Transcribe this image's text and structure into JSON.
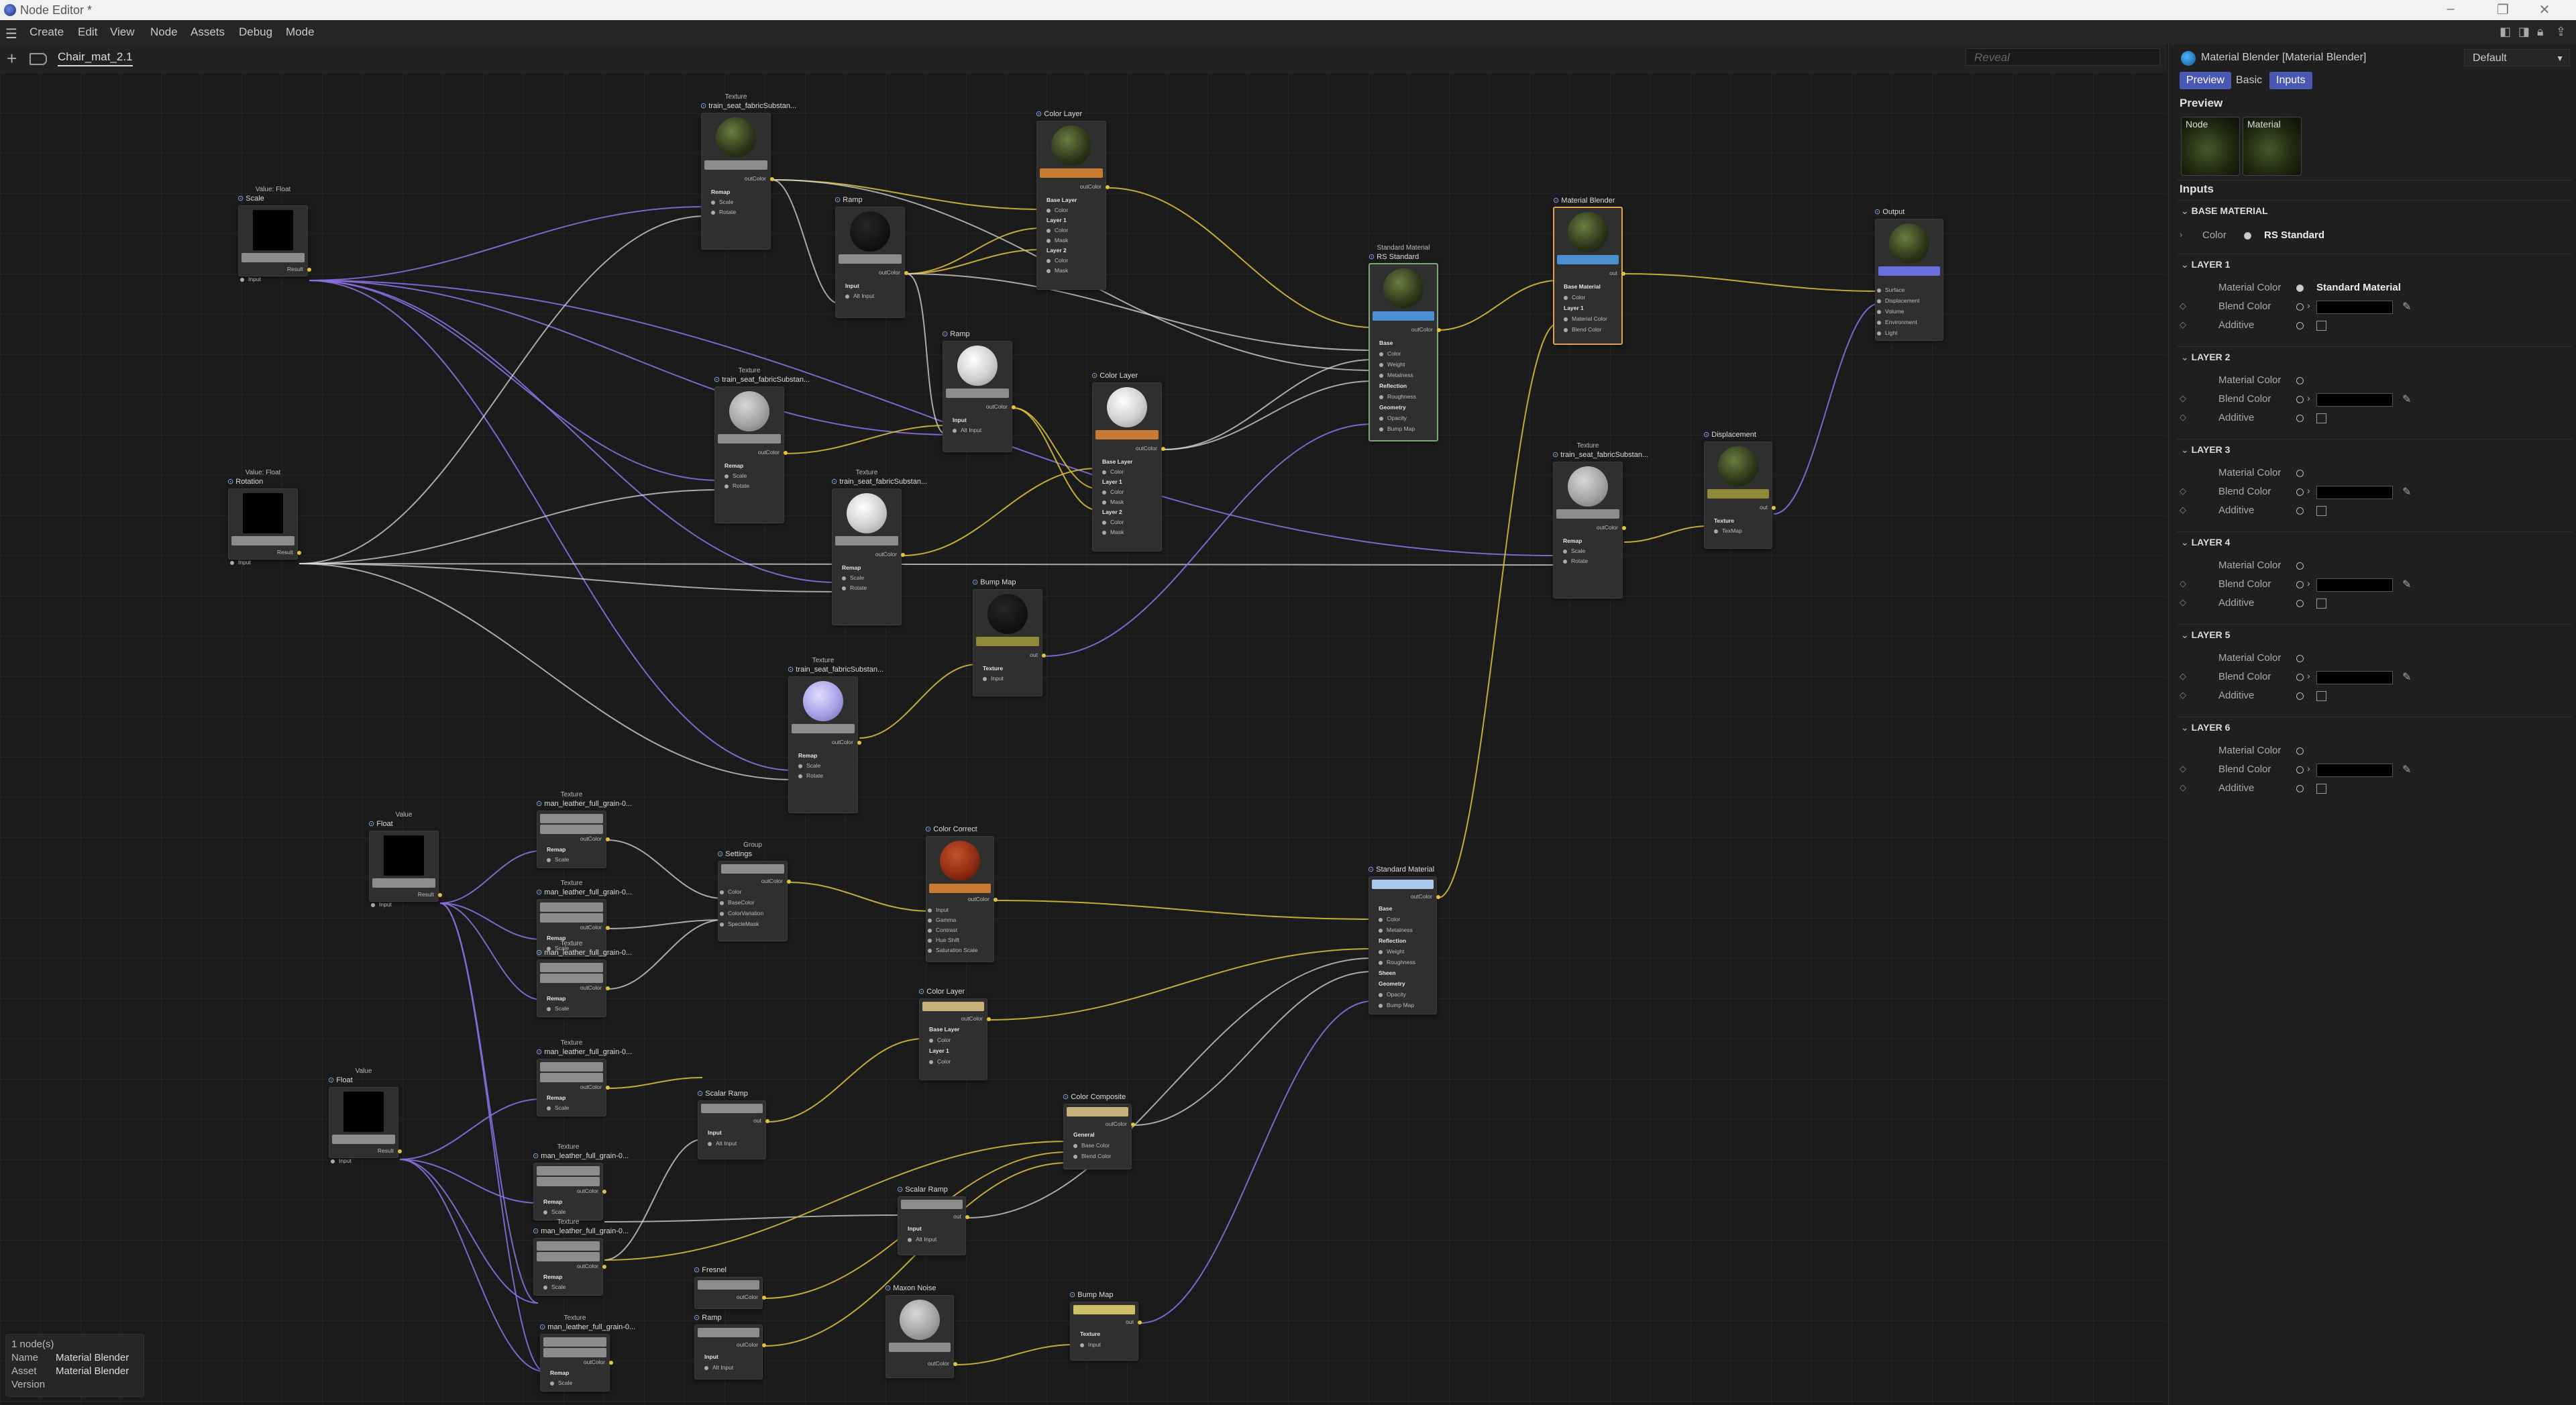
{
  "window": {
    "title": "Node Editor *"
  },
  "menu": [
    "Create",
    "Edit",
    "View",
    "Node",
    "Assets",
    "Debug",
    "Mode"
  ],
  "tabs": {
    "active": "Chair_mat_2.1",
    "reveal_placeholder": "Reveal"
  },
  "status": {
    "count": "1 node(s)",
    "name_label": "Name",
    "name_value": "Material Blender",
    "asset_label": "Asset",
    "asset_value": "Material Blender",
    "version_label": "Version"
  },
  "panel": {
    "title": "Material Blender [Material Blender]",
    "preset": "Default",
    "tabs": [
      "Preview",
      "Basic",
      "Inputs"
    ],
    "preview_label": "Preview",
    "preview_node": "Node",
    "preview_material": "Material",
    "inputs_label": "Inputs",
    "base_material": {
      "header": "BASE MATERIAL",
      "color_label": "Color",
      "color_value": "RS Standard"
    },
    "layers": [
      {
        "header": "LAYER 1",
        "material_color": "Material Color",
        "material_value": "Standard Material",
        "blend_color": "Blend Color",
        "additive": "Additive"
      },
      {
        "header": "LAYER 2",
        "material_color": "Material Color",
        "material_value": "",
        "blend_color": "Blend Color",
        "additive": "Additive"
      },
      {
        "header": "LAYER 3",
        "material_color": "Material Color",
        "material_value": "",
        "blend_color": "Blend Color",
        "additive": "Additive"
      },
      {
        "header": "LAYER 4",
        "material_color": "Material Color",
        "material_value": "",
        "blend_color": "Blend Color",
        "additive": "Additive"
      },
      {
        "header": "LAYER 5",
        "material_color": "Material Color",
        "material_value": "",
        "blend_color": "Blend Color",
        "additive": "Additive"
      },
      {
        "header": "LAYER 6",
        "material_color": "Material Color",
        "material_value": "",
        "blend_color": "Blend Color",
        "additive": "Additive"
      }
    ]
  },
  "nodes": {
    "scale": {
      "cat": "Value: Float",
      "title": "Scale",
      "result": "Result",
      "input": "Input"
    },
    "rotation": {
      "cat": "Value: Float",
      "title": "Rotation",
      "result": "Result",
      "input": "Input"
    },
    "tex1": {
      "cat": "Texture",
      "title": "train_seat_fabricSubstan...",
      "outColor": "outColor",
      "remap": "Remap",
      "scale": "Scale",
      "rotate": "Rotate"
    },
    "tex2": {
      "cat": "Texture",
      "title": "train_seat_fabricSubstan...",
      "outColor": "outColor",
      "remap": "Remap",
      "scale": "Scale",
      "rotate": "Rotate"
    },
    "tex3": {
      "cat": "Texture",
      "title": "train_seat_fabricSubstan...",
      "outColor": "outColor",
      "remap": "Remap",
      "scale": "Scale",
      "rotate": "Rotate"
    },
    "tex4": {
      "cat": "Texture",
      "title": "train_seat_fabricSubstan...",
      "outColor": "outColor",
      "remap": "Remap",
      "scale": "Scale",
      "rotate": "Rotate"
    },
    "tex5": {
      "cat": "Texture",
      "title": "train_seat_fabricSubstan...",
      "outColor": "outColor",
      "remap": "Remap",
      "scale": "Scale",
      "rotate": "Rotate"
    },
    "ramp1": {
      "title": "Ramp",
      "outColor": "outColor",
      "input": "Input",
      "altInput": "Alt Input"
    },
    "ramp2": {
      "title": "Ramp",
      "outColor": "outColor",
      "input": "Input",
      "altInput": "Alt Input"
    },
    "colorLayer1": {
      "title": "Color Layer",
      "outColor": "outColor",
      "baseLayer": "Base Layer",
      "color": "Color",
      "layer1": "Layer 1",
      "layer2": "Layer 2",
      "mask": "Mask"
    },
    "colorLayer2": {
      "title": "Color Layer",
      "outColor": "outColor",
      "baseLayer": "Base Layer",
      "color": "Color",
      "layer1": "Layer 1",
      "layer2": "Layer 2",
      "mask": "Mask"
    },
    "bumpMap1": {
      "title": "Bump Map",
      "out": "out",
      "texture": "Texture",
      "input": "Input"
    },
    "stdMat1": {
      "cat": "Standard Material",
      "title": "RS Standard",
      "outColor": "outColor",
      "ports": [
        "Base",
        "Color",
        "Weight",
        "Metalness",
        "Reflection",
        "Roughness",
        "Geometry",
        "Opacity",
        "Bump Map"
      ]
    },
    "matBlender": {
      "title": "Material Blender",
      "out": "out",
      "ports": [
        "Base Material",
        "Color",
        "Layer 1",
        "Material Color",
        "Blend Color"
      ]
    },
    "output": {
      "title": "Output",
      "ports": [
        "Surface",
        "Displacement",
        "Volume",
        "Environment",
        "Light"
      ]
    },
    "texDisp": {
      "cat": "Texture",
      "title": "train_seat_fabricSubstan...",
      "outColor": "outColor",
      "remap": "Remap",
      "scale": "Scale",
      "rotate": "Rotate"
    },
    "displacement": {
      "title": "Displacement",
      "out": "out",
      "texture": "Texture",
      "texmap": "TexMap"
    },
    "float1": {
      "cat": "Value",
      "title": "Float",
      "result": "Result",
      "input": "Input"
    },
    "float2": {
      "cat": "Value",
      "title": "Float",
      "result": "Result",
      "input": "Input"
    },
    "leather": [
      {
        "cat": "Texture",
        "title": "man_leather_full_grain-0...",
        "outColor": "outColor",
        "remap": "Remap",
        "scale": "Scale"
      },
      {
        "cat": "Texture",
        "title": "man_leather_full_grain-0...",
        "outColor": "outColor",
        "remap": "Remap",
        "scale": "Scale"
      },
      {
        "cat": "Texture",
        "title": "man_leather_full_grain-0...",
        "outColor": "outColor",
        "remap": "Remap",
        "scale": "Scale"
      },
      {
        "cat": "Texture",
        "title": "man_leather_full_grain-0...",
        "outColor": "outColor",
        "remap": "Remap",
        "scale": "Scale"
      },
      {
        "cat": "Texture",
        "title": "man_leather_full_grain-0...",
        "outColor": "outColor",
        "remap": "Remap",
        "scale": "Scale"
      },
      {
        "cat": "Texture",
        "title": "man_leather_full_grain-0...",
        "outColor": "outColor",
        "remap": "Remap",
        "scale": "Scale"
      },
      {
        "cat": "Texture",
        "title": "man_leather_full_grain-0...",
        "outColor": "outColor",
        "remap": "Remap",
        "scale": "Scale"
      }
    ],
    "group": {
      "cat": "Group",
      "title": "Settings",
      "outColor": "outColor",
      "ports": [
        "Color",
        "BaseColor",
        "ColorVariation",
        "SpecleMask"
      ]
    },
    "colorCorrect": {
      "title": "Color Correct",
      "outColor": "outColor",
      "ports": [
        "Input",
        "Gamma",
        "Contrast",
        "Hue Shift",
        "Saturation Scale"
      ]
    },
    "colorLayer3": {
      "title": "Color Layer",
      "outColor": "outColor",
      "baseLayer": "Base Layer",
      "color": "Color",
      "layer1": "Layer 1"
    },
    "scalarRamp1": {
      "title": "Scalar Ramp",
      "out": "out",
      "input": "Input",
      "altInput": "Alt Input"
    },
    "scalarRamp2": {
      "title": "Scalar Ramp",
      "out": "out",
      "input": "Input",
      "altInput": "Alt Input"
    },
    "fresnel": {
      "title": "Fresnel",
      "outColor": "outColor"
    },
    "ramp3": {
      "title": "Ramp",
      "outColor": "outColor",
      "input": "Input",
      "altInput": "Alt Input"
    },
    "colorComposite": {
      "title": "Color Composite",
      "outColor": "outColor",
      "general": "General",
      "baseColor": "Base Color",
      "blendColor": "Blend Color"
    },
    "maxonNoise": {
      "title": "Maxon Noise",
      "outColor": "outColor"
    },
    "bumpMap2": {
      "title": "Bump Map",
      "out": "out",
      "texture": "Texture",
      "input": "Input"
    },
    "stdMat2": {
      "title": "Standard Material",
      "outColor": "outColor",
      "ports": [
        "Base",
        "Color",
        "Metalness",
        "Reflection",
        "Weight",
        "Roughness",
        "Sheen",
        "Geometry",
        "Opacity",
        "Bump Map"
      ]
    }
  }
}
